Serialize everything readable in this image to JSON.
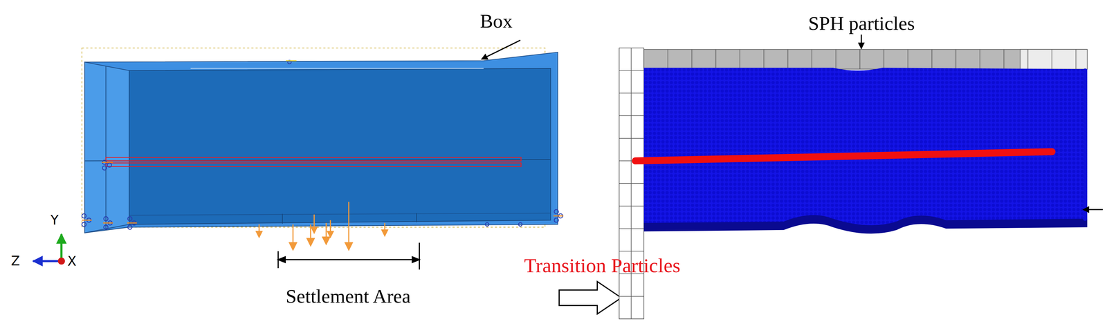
{
  "diagram": {
    "labels": [
      "Box",
      "SPH particles",
      "Settlement Area",
      "Transition Particles",
      "Y",
      "Z",
      "X"
    ]
  }
}
